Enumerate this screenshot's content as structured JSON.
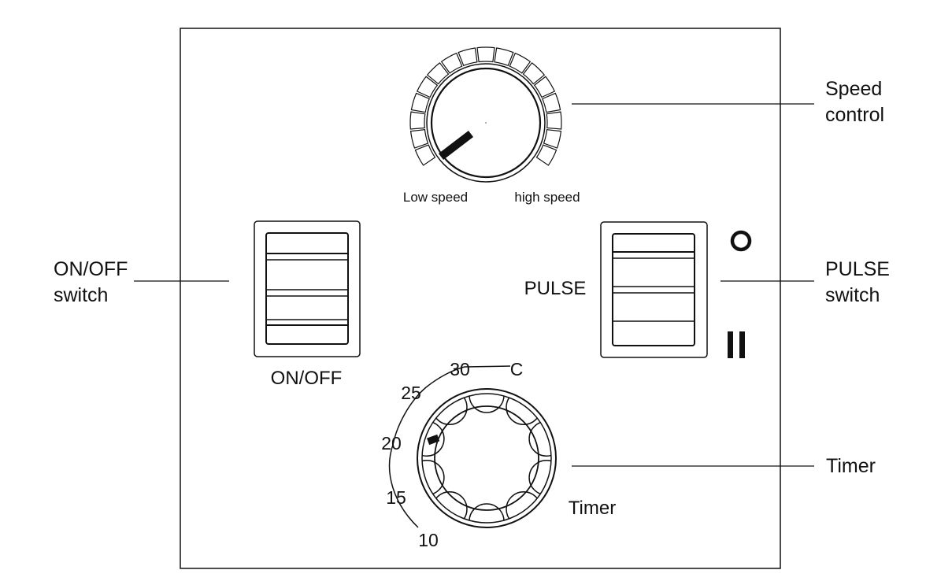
{
  "callouts": {
    "speed_control": [
      "Speed",
      "control"
    ],
    "onoff_switch": [
      "ON/OFF",
      "switch"
    ],
    "pulse_switch": [
      "PULSE",
      "switch"
    ],
    "timer": "Timer"
  },
  "panel": {
    "low_speed": "Low speed",
    "high_speed": "high speed",
    "onoff_label": "ON/OFF",
    "pulse_label": "PULSE",
    "pulse_position_0": "O",
    "pulse_position_1": "II",
    "timer_label": "Timer",
    "timer_scale": [
      "10",
      "15",
      "20",
      "25",
      "30",
      "C"
    ]
  }
}
